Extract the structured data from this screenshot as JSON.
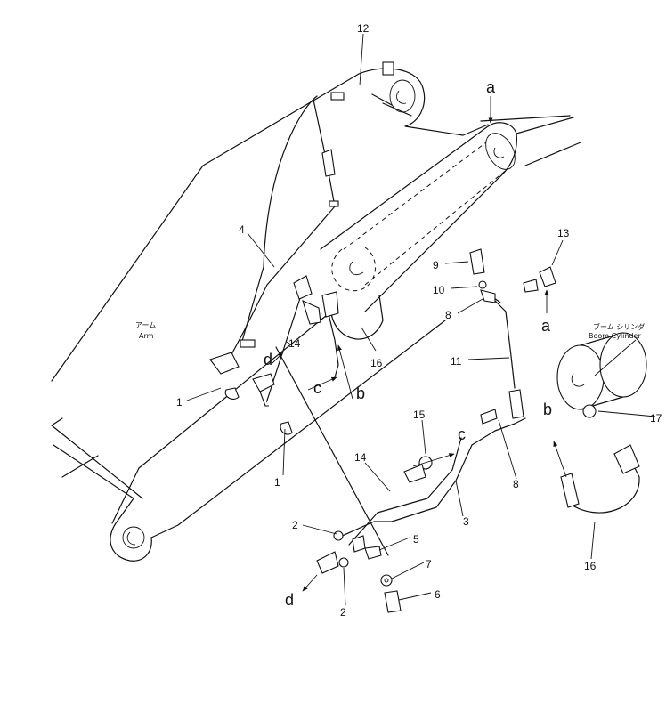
{
  "labels": {
    "arm_jp": "アーム",
    "arm_en": "Arm",
    "boom_cyl_jp": "ブーム シリンダ",
    "boom_cyl_en": "Boom Cylinder"
  },
  "part_numbers": {
    "p1a": "1",
    "p1b": "1",
    "p2a": "2",
    "p2b": "2",
    "p3": "3",
    "p4": "4",
    "p5": "5",
    "p6": "6",
    "p7": "7",
    "p8a": "8",
    "p8b": "8",
    "p9": "9",
    "p10": "10",
    "p11": "11",
    "p12": "12",
    "p13": "13",
    "p14a": "14",
    "p14b": "14",
    "p15": "15",
    "p16a": "16",
    "p16b": "16",
    "p17": "17"
  },
  "letters": {
    "a_top": "a",
    "a_mid": "a",
    "b_left": "b",
    "b_right": "b",
    "c_left": "c",
    "c_mid": "c",
    "d_top": "d",
    "d_bottom": "d"
  }
}
